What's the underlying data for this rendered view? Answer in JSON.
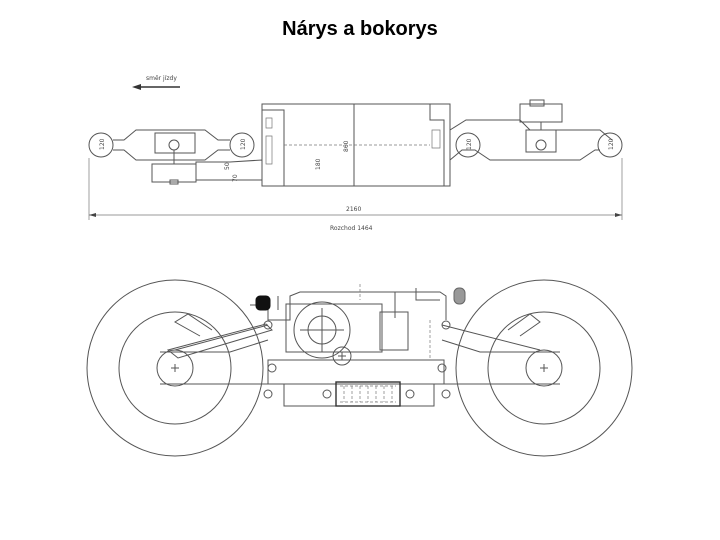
{
  "title": "Nárys a bokorys",
  "front_view": {
    "direction_label": "směr jízdy",
    "dim_overall": "2160",
    "dim_track": "Rozchod 1464",
    "dim_wheel_left": "120",
    "dim_wheel_left_inner": "120",
    "dim_wheel_right": "120",
    "dim_wheel_right_inner": "120",
    "dim_50": "50",
    "dim_70": "70",
    "dim_180": "180",
    "dim_860": "860"
  },
  "colors": {
    "line": "#555555",
    "fill_dark": "#111111",
    "fill_gray": "#999999"
  }
}
